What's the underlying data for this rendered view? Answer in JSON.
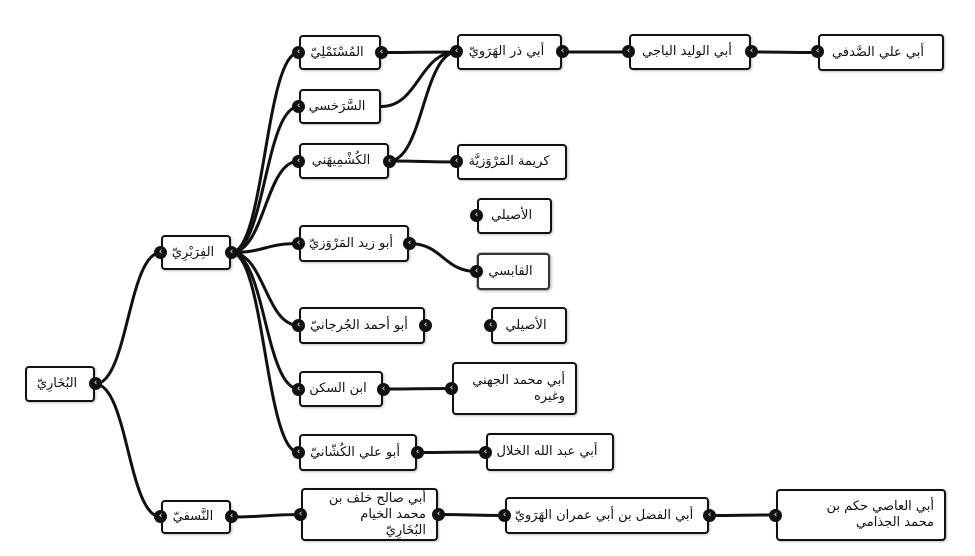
{
  "tree": {
    "nodes": [
      {
        "id": "bukhari",
        "label": "البُخَارِيّ"
      },
      {
        "id": "firabri",
        "label": "الفِرَبْرِيّ"
      },
      {
        "id": "nasafi",
        "label": "النَّسفيّ"
      },
      {
        "id": "mustamli",
        "label": "المُسْتَمْلِيّ"
      },
      {
        "id": "sarakhsi",
        "label": "السَّرَخسي"
      },
      {
        "id": "kushmihani",
        "label": "الكُشْمِيهَني"
      },
      {
        "id": "abuzaid",
        "label": "أبو زيد المَرْوَزيّ"
      },
      {
        "id": "abuahmad",
        "label": "أبو أحمد الجُرجانيّ"
      },
      {
        "id": "ibnsakan",
        "label": "ابن السكن"
      },
      {
        "id": "abuali_kushani",
        "label": "أبو علي الكُشّانيّ"
      },
      {
        "id": "abudhar",
        "label": "أبي ذر الهَرَويّ"
      },
      {
        "id": "karima",
        "label": "كريمة المَرْوَزيَّة"
      },
      {
        "id": "asili1",
        "label": "الأصيلي"
      },
      {
        "id": "qabisi",
        "label": "القابسي"
      },
      {
        "id": "asili2",
        "label": "الأصيلي"
      },
      {
        "id": "juhani",
        "label": "أبي محمد الجهني وغيره"
      },
      {
        "id": "khallal",
        "label": "أبي عبد الله الخلال"
      },
      {
        "id": "abusalih",
        "label": "أبي صالح خلف بن محمد الخيام البُخَارِيّ"
      },
      {
        "id": "baji",
        "label": "أبي الوليد الباجي"
      },
      {
        "id": "sadafi",
        "label": "أبي علي الصَّدفي"
      },
      {
        "id": "abulfadl",
        "label": "أبي الفضل بن أبي عمران الهَرَويّ"
      },
      {
        "id": "juthami",
        "label": "أبي العاصي حكم بن محمد الجذامي"
      }
    ],
    "edges": [
      [
        "bukhari",
        "firabri"
      ],
      [
        "bukhari",
        "nasafi"
      ],
      [
        "firabri",
        "mustamli"
      ],
      [
        "firabri",
        "sarakhsi"
      ],
      [
        "firabri",
        "kushmihani"
      ],
      [
        "firabri",
        "abuzaid"
      ],
      [
        "firabri",
        "abuahmad"
      ],
      [
        "firabri",
        "ibnsakan"
      ],
      [
        "firabri",
        "abuali_kushani"
      ],
      [
        "mustamli",
        "abudhar"
      ],
      [
        "sarakhsi",
        "abudhar"
      ],
      [
        "kushmihani",
        "abudhar"
      ],
      [
        "kushmihani",
        "karima"
      ],
      [
        "abuzaid",
        "asili1"
      ],
      [
        "abuzaid",
        "qabisi"
      ],
      [
        "abuahmad",
        "asili2"
      ],
      [
        "ibnsakan",
        "juhani"
      ],
      [
        "abuali_kushani",
        "khallal"
      ],
      [
        "abudhar",
        "baji"
      ],
      [
        "baji",
        "sadafi"
      ],
      [
        "nasafi",
        "abusalih"
      ],
      [
        "abusalih",
        "abulfadl"
      ],
      [
        "abulfadl",
        "juthami"
      ]
    ]
  }
}
